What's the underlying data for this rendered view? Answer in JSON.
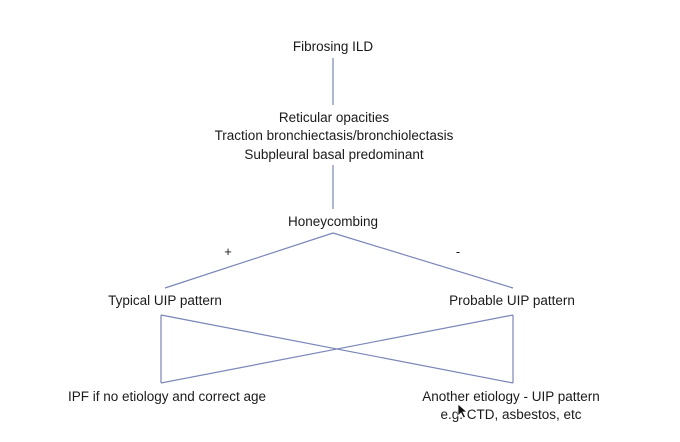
{
  "nodes": {
    "fibrosing_ild": "Fibrosing ILD",
    "criteria": [
      "Reticular opacities",
      "Traction bronchiectasis/bronchiolectasis",
      "Subpleural basal predominant"
    ],
    "honeycombing": "Honeycombing",
    "typical_uip": "Typical UIP pattern",
    "probable_uip": "Probable UIP pattern",
    "ipf": "IPF if no etiology and correct age",
    "another_etiology": [
      "Another etiology - UIP pattern",
      "e.g. CTD, asbestos, etc"
    ]
  },
  "branches": {
    "positive": "+",
    "negative": "-"
  },
  "colors": {
    "line": "#7a86b8",
    "text": "#1a1a1a"
  },
  "icons": {
    "cursor": "mouse-pointer-icon"
  }
}
